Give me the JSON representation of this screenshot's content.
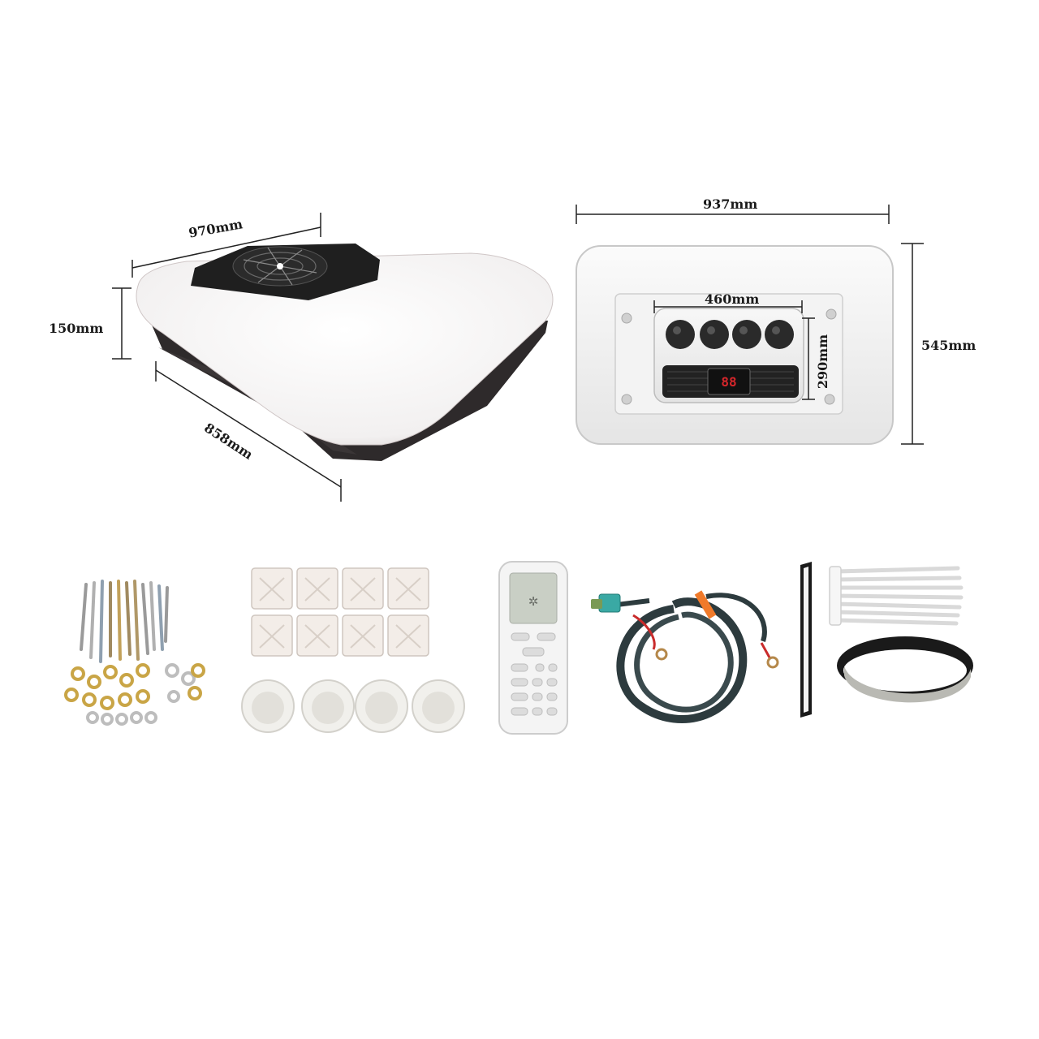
{
  "top_unit": {
    "width_label": "970mm",
    "height_label": "150mm",
    "depth_label": "858mm"
  },
  "inner_unit": {
    "outer_width_label": "937mm",
    "outer_height_label": "545mm",
    "panel_width_label": "460mm",
    "panel_height_label": "290mm",
    "display_reading": "88"
  },
  "colors": {
    "unit_body": "#f4f4f4",
    "unit_shadow": "#2e2a2b",
    "vent": "#1f1f1f",
    "display_red": "#d6262b",
    "tape_orange": "#f07a2a",
    "connector_teal": "#3aa9a4"
  },
  "accessories": [
    {
      "name": "bolts-and-washers"
    },
    {
      "name": "mounting-brackets"
    },
    {
      "name": "drain-caps"
    },
    {
      "name": "remote-control"
    },
    {
      "name": "wiring-harness"
    },
    {
      "name": "sealing-strip"
    },
    {
      "name": "cable-ties"
    },
    {
      "name": "foam-tape-roll"
    }
  ]
}
